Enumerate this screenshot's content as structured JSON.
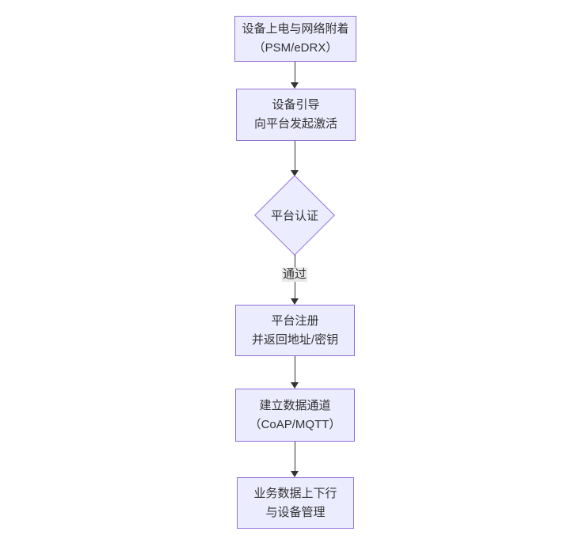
{
  "diagram": {
    "type": "flowchart-vertical",
    "colors": {
      "node_fill": "#ECECFF",
      "node_border": "#9370DB",
      "edge_color": "#333333",
      "text_color": "#333333",
      "edge_label_bg": "#e8e8e8",
      "background": "#ffffff"
    },
    "nodes": {
      "power_attach": {
        "line1": "设备上电与网络附着",
        "line2": "（PSM/eDRX）"
      },
      "bootstrap": {
        "line1": "设备引导",
        "line2": "向平台发起激活"
      },
      "auth": {
        "label": "平台认证"
      },
      "register": {
        "line1": "平台注册",
        "line2": "并返回地址/密钥"
      },
      "channel": {
        "line1": "建立数据通道",
        "line2": "（CoAP/MQTT）"
      },
      "business": {
        "line1": "业务数据上下行",
        "line2": "与设备管理"
      }
    },
    "edge_label": "通过"
  }
}
